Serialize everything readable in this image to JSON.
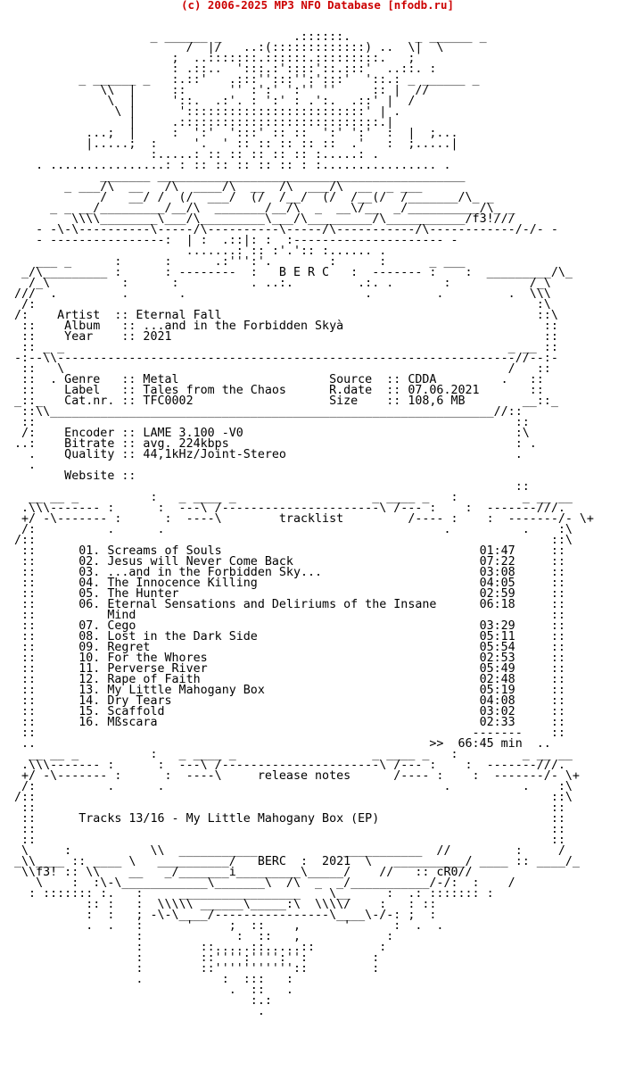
{
  "header": {
    "text": "(c) 2006-2025 MP3 NFO Database [nfodb.ru]",
    "color": "#cc0000"
  },
  "nfo": {
    "lines": [
      "",
      "                   _ ______ _          .::::::.         _ ______ _",
      "                        /  |/   ..:(:::::::::::::) ..  \\|  \\",
      "                      ;  ..:::::::.::::::.:::::::::.   ;",
      "                      : .::..  ':::.:'::::'::.:::'  ..::. :",
      "         _ ______ _   :.::'   .:::'':::'':':::'  '::.: _ ______ _",
      "            \\\\  |     ::      '' :':' ':'' ''     :: |  //",
      "             \\  |     '::.  .:'. : ':' : .':.  .::' |  /",
      "              \\ |      ':::::::::::::::::::::::::' | .",
      "                |     .::::::::::::::::::::::::::::.|",
      "          ...;  |     :  ':'  ':::' :: ::  ':' ':'  :  |  ;...",
      "          |.....;  :     '.  ' :: :: :: :: ::  .'   :  ;.....|",
      "                   :.....: :: :: :: :: :: :.....: .",
      "   . ................: : :: :: :: :: :: : :................ .",
      "            _______ ___________________________________________",
      "       _ ___/\\  __   /\\  ____/\\  __  /\\  ___/\\  __  _ ___",
      "            /   __/ /  (/  ___/  (/  /__/  (/  /__(/  /_______/\\_ _",
      "     _ _ __/_________/__/\\  _______/__/\\  _  __\\/__  _/__________/\\_ _",
      "        \\\\\\\\________\\___/\\_________\\___/\\_________/\\___________/f3!///",
      "   - -\\-\\----------\\-----/\\----------\\-----/\\-----------/\\------------/-/- -",
      "   - ----------------:  | :  .::|: :  :--------------------- -",
      "                        .......: :: :'.':: :...... .",
      "   ___ _      :      :      .:''':'.        :      :      _ ___",
      " _/\\_________ :      : --------  :   B E R C   :  ------- :    :  _________/\\_",
      "  /_\\          :      :          . ..:.         .:. .       :           /_\\",
      "///  .         .       .                         .         .         .  \\\\\\",
      " /:                                                                      :\\",
      "/:    Artist  :: Eternal Fall                                            ::\\",
      " ::    Album   :: ...and in the Forbidden Skyà                            ::",
      " ::    Year    :: 2021                                                    ::",
      " :: _ _                                                              _ __ ::",
      "-:--\\\\----------------------------------------------------------------//--:-",
      " ::   \\                                                              /   ::",
      " ::  . Genre   :: Metal                     Source  :: CDDA         .   ::",
      " ::    Label   :: Tales from the Chaos      R.date  :: 07.06.2021       ::",
      "_::_   Cat.nr. :: TFC0002                   Size    :: 108,6 MB        __::_",
      " ::\\\\______________________________________________________________//::",
      " ::                                                                   ::",
      " /:    Encoder :: LAME 3.100 -V0                                      :\\",
      "..:    Bitrate :: avg. 224kbps                                        : .",
      "  .    Quality :: 44,1kHz/Joint-Stereo                                .",
      "  .",
      "       Website ::",
      "                                                                      ::",
      "  __ __ _          :   _ ____ _                   _ ____ _   :         _ __ __",
      " .\\\\\\------- :      :  ---\\ /----------------------\\ /--- :    :  -------///.",
      " +/ -\\------- :      :  ----\\        tracklist         /---- :    :  -------/- \\+",
      " /:          .      .                                       .          .    :\\",
      "/::                                                                        ::\\",
      " ::      01. Screams of Souls                                    01:47     ::",
      " ::      02. Jesus will Never Come Back                          07:22     ::",
      " ::      03. ...and in the Forbidden Sky...                      03:08     ::",
      " ::      04. The Innocence Killing                               04:05     ::",
      " ::      05. The Hunter                                          02:59     ::",
      " ::      06. Eternal Sensations and Deliriums of the Insane      06:18     ::",
      " ::          Mind                                                          ::",
      " ::      07. Cego                                                03:29     ::",
      " ::      08. Lost in the Dark Side                               05:11     ::",
      " ::      09. Regret                                              05:54     ::",
      " ::      10. For the Whores                                      02:53     ::",
      " ::      11. Perverse River                                      05:49     ::",
      " ::      12. Rape of Faith                                       02:48     ::",
      " ::      13. My Little Mahogany Box                              05:19     ::",
      " ::      14. Dry Tears                                           04:08     ::",
      " ::      15. Scaffold                                            03:02     ::",
      " ::      16. Mßscara                                             02:33     ::",
      " ::                                                             -------    ::",
      " ..                                                       >>  66:45 min  ..",
      "  __ __ _          :   _ ____ _                   _ ____ _   :         _ __ __",
      " .\\\\\\------- :      :  ---\\ /----------------------\\ /--- :    :  -------///.",
      " +/ -\\------- :      :  ----\\     release notes      /---- :    :  -------/- \\+",
      " /:          .      .                                       .          .    :\\",
      "/::                                                                        ::\\",
      " ::                                                                        ::",
      " ::      Tracks 13/16 - My Little Mahogany Box (EP)                        ::",
      " ::                                                                        ::",
      " ::                                                                        ::",
      " \\     :           \\\\  ___________            ___________  //         :     /",
      "_\\\\____ :: ____ \\   __________/   BERC  :  2021  \\   __________/ ____ :: ____/_",
      " \\\\f3! :: \\\\    __   _/_______i_________\\_____/    //   :: cR0//",
      "   \\    :  :\\-\\____________\\_______\\  /\\  _  _/___________/-/:  :    /",
      "  : ::::::: :.   :     _________________    \\__     :  .: ::::::: :",
      "          :: :   :  \\\\\\\\\\ ______\\_____:\\  \\\\\\\\/    :   : ::",
      "          :  :   ; -\\-\\____/----------------\\____\\-/-: ;  :",
      "          .  .   :      '     ;  ::    ,      '      :  .  .",
      "                 :             :  ::   ,            :",
      "                 :        ::.....::.....::         :",
      "                 :        ::'''':'''':'':         :",
      "                 :        ::'''''''''''::         :",
      "                 .           :  :::   :",
      "                              .  ::   .",
      "                                 :.:",
      "                                  ."
    ]
  }
}
